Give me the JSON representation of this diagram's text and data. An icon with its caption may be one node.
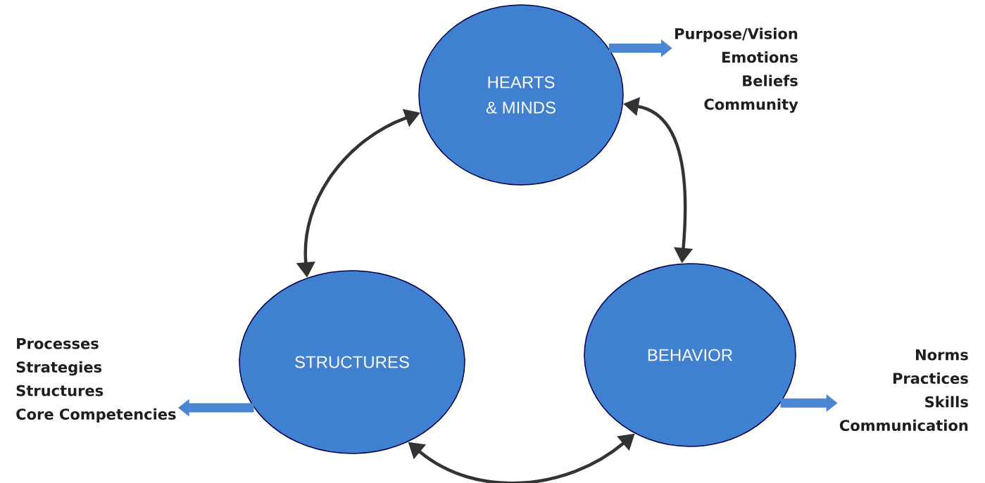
{
  "diagram": {
    "nodes": [
      {
        "text": [
          "HEARTS & MINDS"
        ]
      },
      {
        "text": [
          "STRUCTURES"
        ]
      },
      {
        "text": [
          "BEHAVIOR"
        ]
      },
      {
        "text": [
          "Purpose/Vision",
          "Emotions",
          "Beliefs",
          "Community"
        ]
      },
      {
        "text": [
          "Processes",
          "Strategies",
          "Structures",
          "Core Competencies"
        ]
      },
      {
        "text": [
          "Norms",
          "Practices",
          "Skills",
          "Communication"
        ]
      }
    ],
    "edges": [
      {
        "from": 1,
        "to": 0,
        "arrow": "both",
        "color": "#333333"
      },
      {
        "from": 0,
        "to": 2,
        "arrow": "both",
        "color": "#333333"
      },
      {
        "from": 1,
        "to": 2,
        "arrow": "both",
        "color": "#333333"
      },
      {
        "from": 0,
        "to": 3,
        "arrow": "to",
        "style": "thick",
        "color": "#4a86d2"
      },
      {
        "from": 1,
        "to": 4,
        "arrow": "to",
        "style": "thick",
        "color": "#4a86d2"
      },
      {
        "from": 2,
        "to": 5,
        "arrow": "to",
        "style": "thick",
        "color": "#4a86d2"
      }
    ]
  }
}
